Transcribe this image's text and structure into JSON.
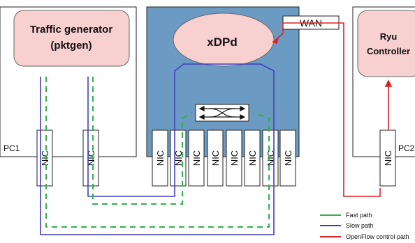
{
  "pc1": {
    "label": "PC1"
  },
  "pc2": {
    "label": "PC2"
  },
  "traffic_generator": {
    "line1": "Traffic generator",
    "line2": "(pktgen)"
  },
  "xdpd": {
    "label": "xDPd"
  },
  "wan": {
    "label": "WAN"
  },
  "ryu": {
    "line1": "Ryu",
    "line2": "Controller"
  },
  "nic_label": "NIC",
  "legend": {
    "fast": "Fast path",
    "slow": "Slow path",
    "openflow": "OpenFlow control path"
  },
  "colors": {
    "switch_fill": "#6b9bc3",
    "bubble_fill": "#f8d0d0",
    "fast": "#2eb24a",
    "slow": "#3f3fbf",
    "openflow": "#e02020"
  }
}
